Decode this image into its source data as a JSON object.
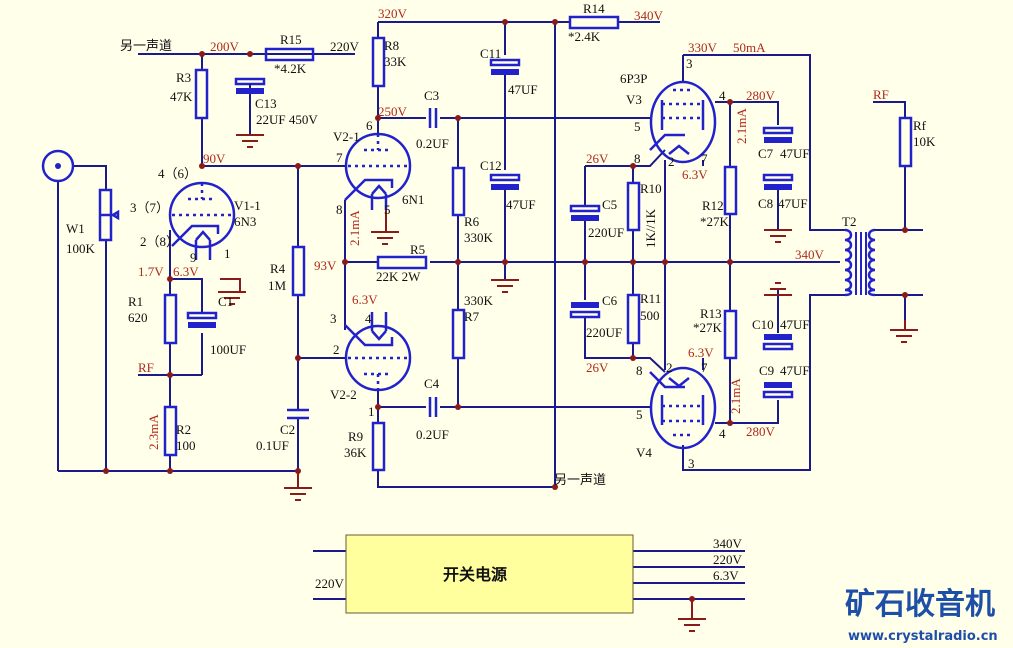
{
  "colors": {
    "background": "#FFFFEA",
    "wire": "#1a1a8c",
    "component": "#2222cc",
    "voltage_label": "#b02a1a",
    "ground": "#8b1a1a",
    "psu_box": "#FFFF9E",
    "logo": "#1e4fa8"
  },
  "labels": {
    "other_channel_top": "另一声道",
    "v200": "200V",
    "r15": "R15",
    "r15_val": "*4.2K",
    "v220": "220V",
    "r3": "R3",
    "r3_val": "47K",
    "c13": "C13",
    "c13_val": "22UF 450V",
    "v90": "90V",
    "pin_4_6": "4（6）",
    "pin_3_7": "3（7）",
    "pin_2_8": "2（8）",
    "v1_1": "V1-1",
    "v1_type": "6N3",
    "pin9": "9",
    "pin1a": "1",
    "v1_7": "1.7V",
    "v6_3a": "6.3V",
    "w1": "W1",
    "w1_val": "100K",
    "r1": "R1",
    "r1_val": "620",
    "c1": "C1",
    "c1_val": "100UF",
    "rf_in": "RF",
    "r2": "R2",
    "r2_val": "100",
    "i2_3": "2.3mA",
    "r4": "R4",
    "r4_val": "1M",
    "c2": "C2",
    "c2_val": "0.1UF",
    "v320": "320V",
    "r8": "R8",
    "r8_val": "33K",
    "v250": "250V",
    "pin6": "6",
    "v2_1": "V2-1",
    "pin7": "7",
    "pin8": "8",
    "pin5": "5",
    "v2_type": "6N1",
    "i2_1a": "2.1mA",
    "c3": "C3",
    "c3_val": "0.2UF",
    "v93": "93V",
    "r5": "R5",
    "r5_val": "22K 2W",
    "r6": "R6",
    "r6_val": "330K",
    "r7_val": "330K",
    "r7": "R7",
    "v6_3b": "6.3V",
    "pin3b": "3",
    "pin4b": "4",
    "pin2b": "2",
    "v2_2": "V2-2",
    "pin1b": "1",
    "r9": "R9",
    "r9_val": "36K",
    "c4": "C4",
    "c4_val": "0.2UF",
    "c11": "C11",
    "c11_val": "47UF",
    "c12": "C12",
    "c12_val": "47UF",
    "r14": "R14",
    "r14_val": "*2.4K",
    "v340": "340V",
    "other_channel_bottom": "另一声道",
    "v330": "330V",
    "i50": "50mA",
    "v3_type": "6P3P",
    "v3": "V3",
    "v3_pin3": "3",
    "v3_pin4": "4",
    "v3_pin5": "5",
    "v3_pin8": "8",
    "v3_pin2": "2",
    "v3_pin7": "7",
    "v3_63": "6.3V",
    "v26a": "26V",
    "r10": "R10",
    "r10_val": "1K//1K",
    "c5": "C5",
    "c5_val": "220UF",
    "c6": "C6",
    "c6_val": "220UF",
    "r11": "R11",
    "r11_val": "500",
    "v26b": "26V",
    "v280a": "280V",
    "i2_1b": "2.1mA",
    "c7": "C7",
    "c7_val": "47UF",
    "c8": "C8",
    "c8_val": "47UF",
    "r12": "R12",
    "r12_val": "*27K",
    "r13": "R13",
    "r13_val": "*27K",
    "c10": "C10",
    "c10_val": "47UF",
    "c9": "C9",
    "c9_val": "47UF",
    "v280b": "280V",
    "i2_1c": "2.1mA",
    "v4": "V4",
    "v4_pin3": "3",
    "v4_pin4": "4",
    "v4_pin5": "5",
    "v4_pin8": "8",
    "v4_pin2": "2",
    "v4_pin7": "7",
    "v4_63": "6.3V",
    "t2": "T2",
    "v340_t2": "340V",
    "rf_fb": "RF",
    "rf": "Rf",
    "rf_val": "10K"
  },
  "power_supply": {
    "title": "开关电源",
    "input": "220V",
    "outputs": [
      "340V",
      "220V",
      "6.3V"
    ]
  },
  "watermark": {
    "logo": "矿石收音机",
    "url": "www.crystalradio.cn"
  }
}
